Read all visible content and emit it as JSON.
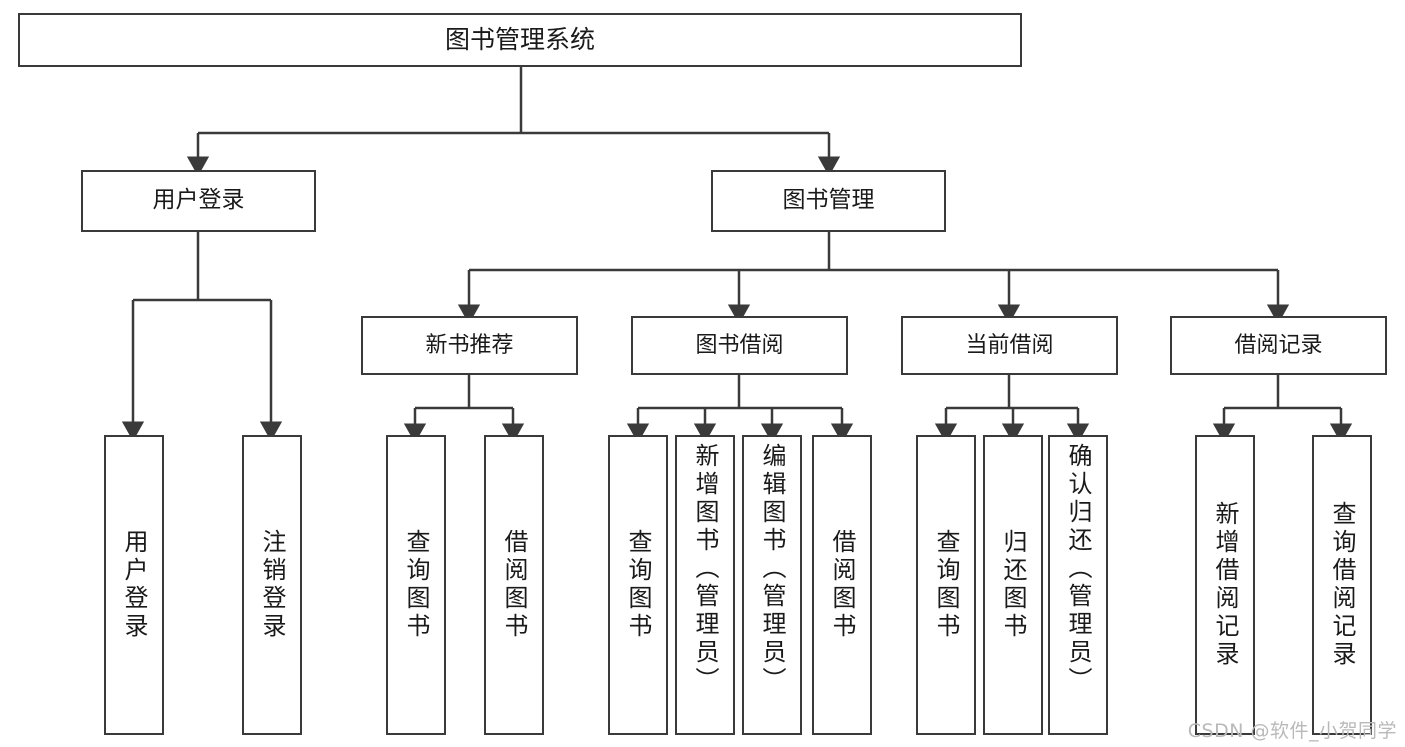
{
  "diagram": {
    "title": "图书管理系统",
    "type": "hierarchy-tree",
    "watermark": "CSDN @软件_小贺同学",
    "colors": {
      "box_border": "#3a3a3a",
      "box_fill": "#ffffff",
      "connector": "#3a3a3a",
      "text": "#1a1a1a",
      "watermark": "#b9b9b9"
    },
    "root": {
      "label": "图书管理系统"
    },
    "level2": [
      {
        "label": "用户登录"
      },
      {
        "label": "图书管理"
      }
    ],
    "level3": [
      {
        "label": "新书推荐"
      },
      {
        "label": "图书借阅"
      },
      {
        "label": "当前借阅"
      },
      {
        "label": "借阅记录"
      }
    ],
    "leaves": {
      "user_login": [
        {
          "label": "用户登录"
        },
        {
          "label": "注销登录"
        }
      ],
      "new_book_recommend": [
        {
          "label": "查询图书"
        },
        {
          "label": "借阅图书"
        }
      ],
      "book_borrow": [
        {
          "label": "查询图书"
        },
        {
          "label": "新增图书（管理员）"
        },
        {
          "label": "编辑图书（管理员）"
        },
        {
          "label": "借阅图书"
        }
      ],
      "current_borrow": [
        {
          "label": "查询图书"
        },
        {
          "label": "归还图书"
        },
        {
          "label": "确认归还（管理员）"
        }
      ],
      "borrow_record": [
        {
          "label": "新增借阅记录"
        },
        {
          "label": "查询借阅记录"
        }
      ]
    }
  }
}
